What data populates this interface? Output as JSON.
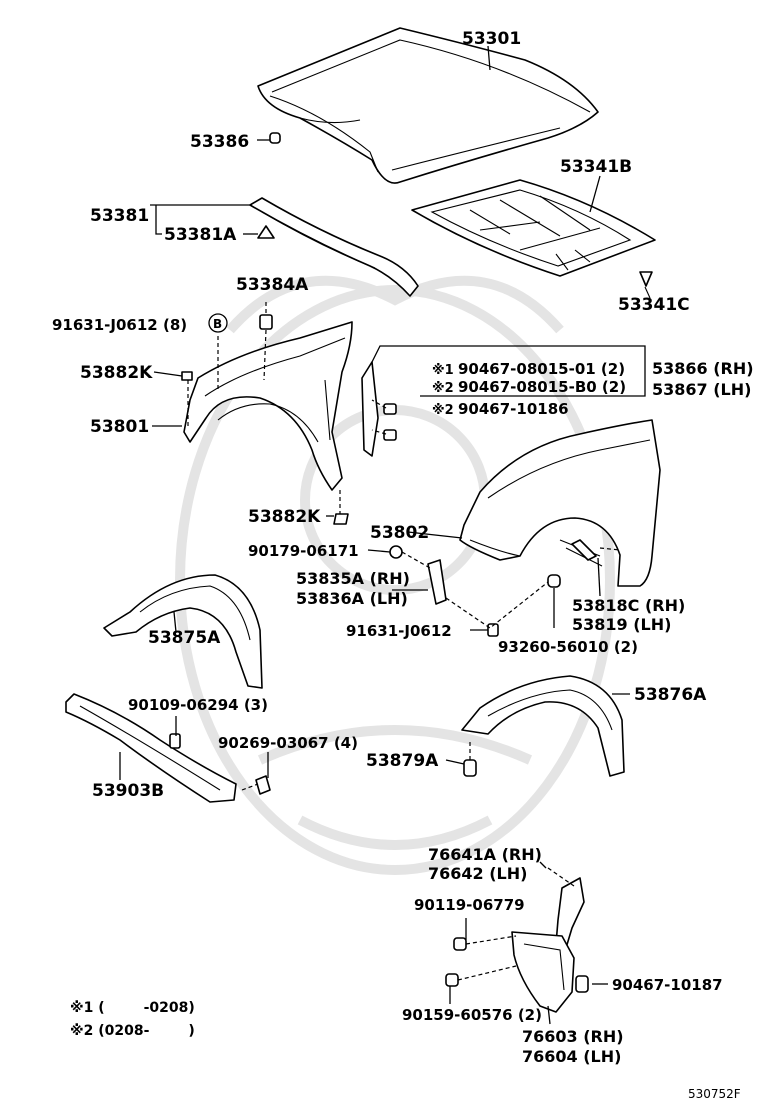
{
  "labels": {
    "hood": "53301",
    "hood_cushion": "53386",
    "hood_insulator": "53341B",
    "hood_insulator_clip": "53341C",
    "support_seal": "53381",
    "support_seal_clip": "53381A",
    "clip_53384a": "53384A",
    "bolt_91631_8": "91631-J0612 (8)",
    "ref_b": "B",
    "clip_53882k_top": "53882K",
    "fender_rh": "53801",
    "bolt_90467_08015_01": "90467-08015-01 (2)",
    "bolt_90467_08015_b0": "90467-08015-B0 (2)",
    "bolt_90467_10186": "90467-10186",
    "note_mark_1": "※1",
    "note_mark_2a": "※2",
    "note_mark_2b": "※2",
    "fender_seal_rh": "53866 (RH)",
    "fender_seal_lh": "53867 (LH)",
    "clip_53882k_bottom": "53882K",
    "fender_lh": "53802",
    "nut_90179": "90179-06171",
    "bracket_rh": "53835A (RH)",
    "bracket_lh": "53836A (LH)",
    "bolt_91631": "91631-J0612",
    "liner_53875a": "53875A",
    "protector_rh": "53818C (RH)",
    "protector_lh": "53819 (LH)",
    "screw_93260": "93260-56010 (2)",
    "screw_90109": "90109-06294 (3)",
    "clip_90269": "90269-03067 (4)",
    "support_53903b": "53903B",
    "liner_53876a": "53876A",
    "clip_53879a": "53879A",
    "mudguard_bracket_rh": "76641A (RH)",
    "mudguard_bracket_lh": "76642 (LH)",
    "bolt_90119": "90119-06779",
    "clip_90467_10187": "90467-10187",
    "bolt_90159": "90159-60576 (2)",
    "mudguard_rh": "76603 (RH)",
    "mudguard_lh": "76604 (LH)"
  },
  "footnotes": {
    "note1": "※1 (        -0208)",
    "note2": "※2 (0208-        )"
  },
  "figure_code": "530752F"
}
